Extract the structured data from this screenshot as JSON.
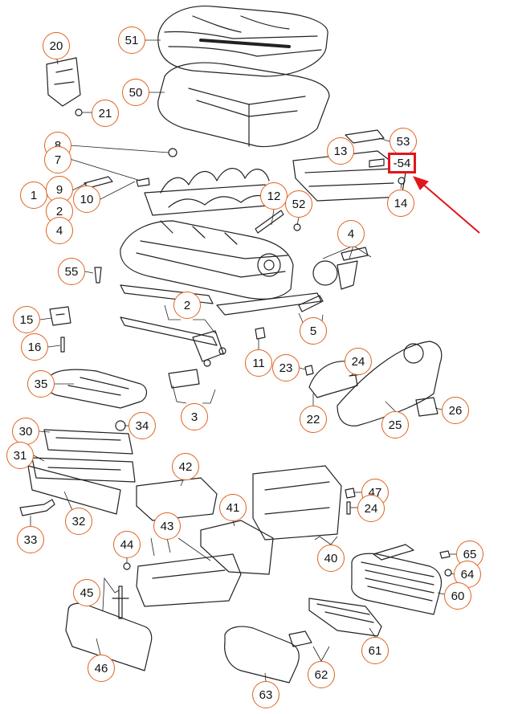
{
  "diagram": {
    "accent_color": "#e0621e",
    "highlight_color": "#e0161b",
    "highlight_label": "-54",
    "callouts": [
      "51",
      "50",
      "20",
      "21",
      "53",
      "13",
      "14",
      "8",
      "7",
      "1",
      "9",
      "2",
      "4",
      "10",
      "12",
      "52",
      "55",
      "15",
      "16",
      "2",
      "3",
      "11",
      "5",
      "4",
      "35",
      "34",
      "30",
      "31",
      "32",
      "33",
      "42",
      "41",
      "43",
      "44",
      "45",
      "46",
      "23",
      "24",
      "22",
      "25",
      "26",
      "47",
      "24",
      "40",
      "65",
      "64",
      "60",
      "61",
      "62",
      "63"
    ]
  }
}
